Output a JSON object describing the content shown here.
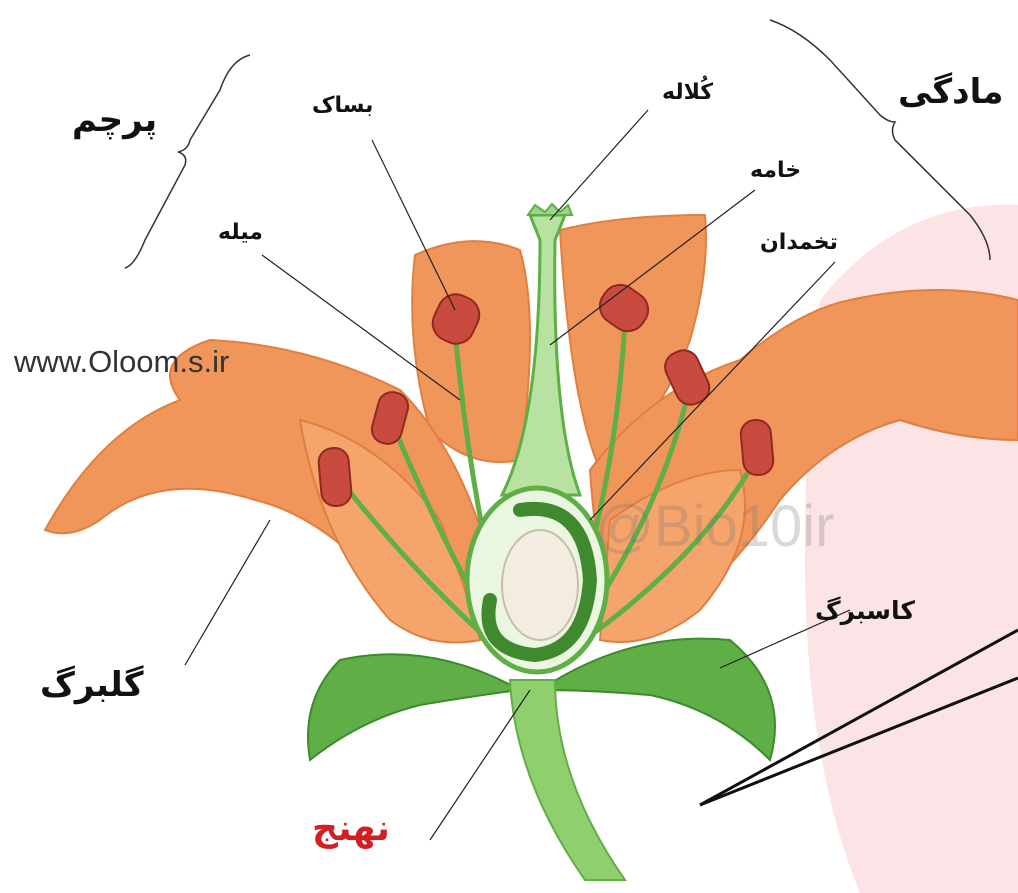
{
  "labels": {
    "stamen": "پرچم",
    "pistil": "مادگی",
    "anther": "بساک",
    "stigma": "کُلاله",
    "style": "خامه",
    "ovary": "تخمدان",
    "filament": "میله",
    "petal": "گلبرگ",
    "sepal": "کاسبرگ",
    "receptacle": "نهنج"
  },
  "watermarks": {
    "site": "www.Oloom.s.ir",
    "channel": "@Bio10ir"
  },
  "colors": {
    "petal": "#f0965a",
    "sepal": "#5fae46",
    "stem": "#8fcf6e",
    "anther": "#c94a3e",
    "ovule": "#f3ece0",
    "receptacle_label": "#d11f24",
    "background_blob": "#fbe3e6"
  }
}
